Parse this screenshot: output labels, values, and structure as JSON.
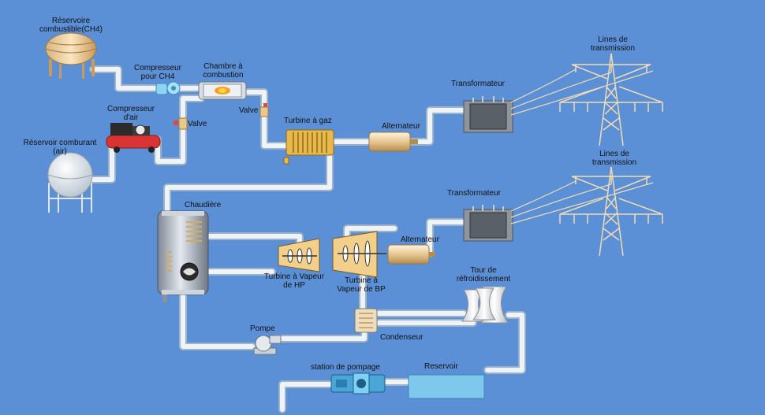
{
  "labels": {
    "fuel_tank": "Réservoire combustible(CH4)",
    "ch4_compressor": "Compresseur pour CH4",
    "combustion_chamber": "Chambre à combustion",
    "air_compressor": "Compresseur d'air",
    "valve_left": "Valve",
    "valve_right": "Valve",
    "air_tank": "Réservoir comburant (air)",
    "gas_turbine": "Turbine à gaz",
    "alternator_top": "Alternateur",
    "transformer_top": "Transformateur",
    "lines_top": "Lines de transmission",
    "boiler": "Chaudière",
    "transformer_bottom": "Transformateur",
    "lines_bottom": "Lines de transmission",
    "alternator_bottom": "Alternateur",
    "hp_turbine": "Turbine à Vapeur de HP",
    "bp_turbine": "Turbine à Vapeur de BP",
    "cooling_tower": "Tour de réfroidissement",
    "pump": "Pompe",
    "condenser": "Condenseur",
    "pumping_station": "station de pompage",
    "reservoir": "Reservoir"
  },
  "colors": {
    "background": "#5b8fd6",
    "pipe": "#e8eef5",
    "pipe_edge": "#9fb3c8",
    "tower": "#f2dcb0",
    "reservoir": "#7ec8ee",
    "turbine": "#d9a95a"
  }
}
